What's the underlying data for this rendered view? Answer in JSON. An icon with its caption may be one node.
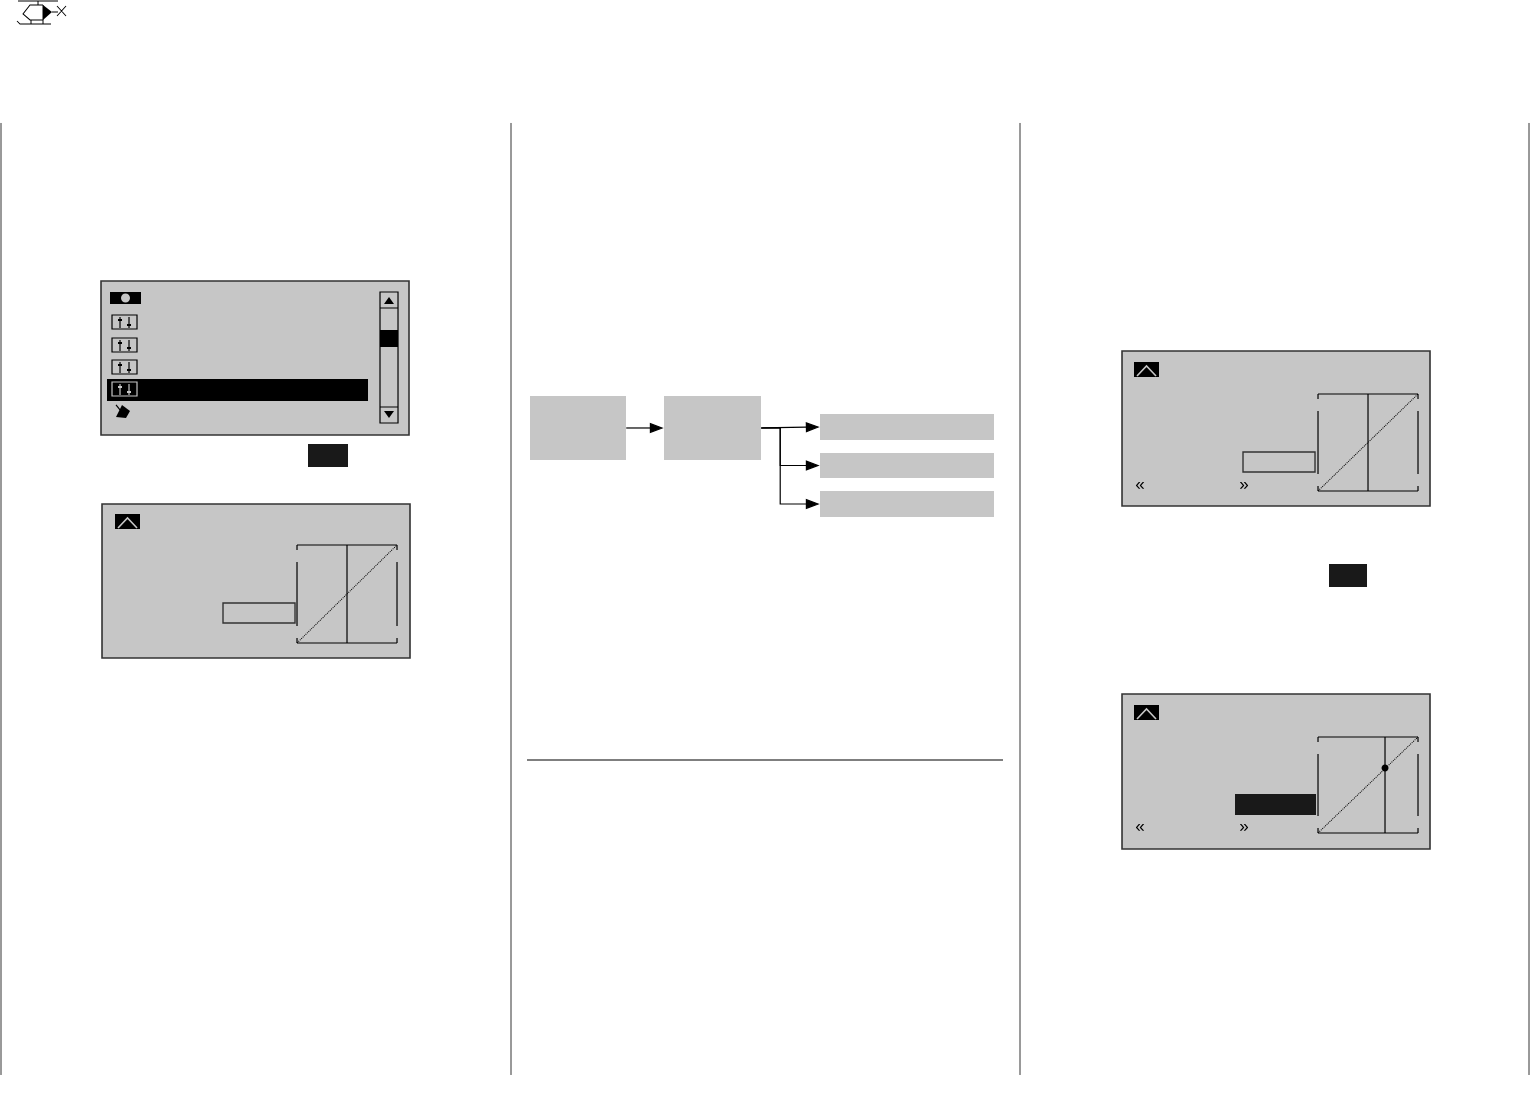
{
  "diagram": {
    "nodes": [
      {
        "text": [],
        "shape": "box"
      },
      {
        "text": [],
        "shape": "box"
      },
      {
        "text": [],
        "shape": "box"
      },
      {
        "text": [],
        "shape": "box"
      },
      {
        "text": [],
        "shape": "box"
      }
    ],
    "edges": [
      {
        "from": 0,
        "to": 1,
        "arrow": "to"
      },
      {
        "from": 1,
        "to": 2,
        "arrow": "to"
      },
      {
        "from": 1,
        "to": 3,
        "arrow": "to"
      },
      {
        "from": 1,
        "to": 4,
        "arrow": "to"
      }
    ],
    "labels": [
      "«",
      "»",
      "«",
      "»"
    ]
  }
}
